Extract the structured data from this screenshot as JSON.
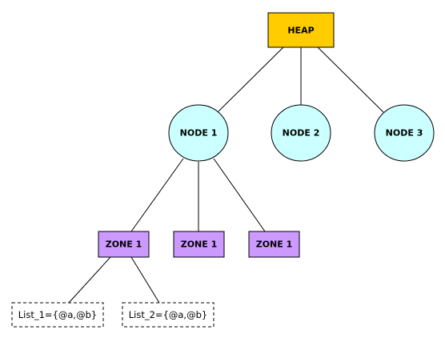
{
  "diagram": {
    "heap": {
      "label": "HEAP",
      "fill": "#FFCC00"
    },
    "nodes": [
      {
        "label": "NODE 1"
      },
      {
        "label": "NODE 2"
      },
      {
        "label": "NODE 3"
      }
    ],
    "node_fill": "#CCFFFF",
    "zones": [
      {
        "label": "ZONE 1"
      },
      {
        "label": "ZONE 1"
      },
      {
        "label": "ZONE 1"
      }
    ],
    "zone_fill": "#CC99FF",
    "lists": [
      {
        "label": "List_1={@a,@b}"
      },
      {
        "label": "List_2={@a,@b}"
      }
    ]
  }
}
